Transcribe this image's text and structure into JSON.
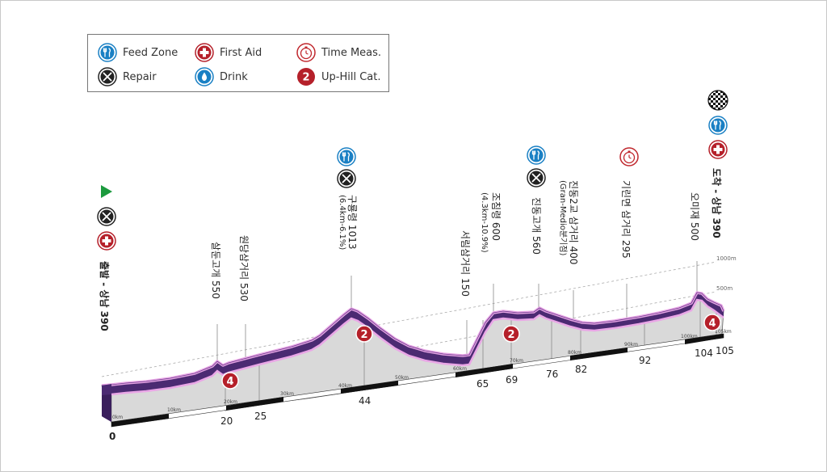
{
  "legend": {
    "feed_zone": "Feed Zone",
    "first_aid": "First Aid",
    "time_meas": "Time Meas.",
    "repair": "Repair",
    "drink": "Drink",
    "uphill_cat": "Up-Hill Cat.",
    "uphill_sample_num": "2"
  },
  "scale": {
    "m1000": "1000m",
    "m500": "500m"
  },
  "waypoints": [
    {
      "id": "start",
      "label": "출발 - 상남 390"
    },
    {
      "id": "w1",
      "label": "살둔고개 550"
    },
    {
      "id": "w2",
      "label": "원당삼거리 530"
    },
    {
      "id": "w3",
      "label": "구룡령 1013",
      "sub": "(6.4km-6.1%)"
    },
    {
      "id": "w4",
      "label": "서림삼거리 150"
    },
    {
      "id": "w5",
      "label": "조침령 600",
      "sub": "(4.3km-10.9%)"
    },
    {
      "id": "w6",
      "label": "진동고개 560"
    },
    {
      "id": "w7",
      "label": "진동2교 삼거리 400",
      "sub": "(Gran-Medio분기점)"
    },
    {
      "id": "w8",
      "label": "기린면 삼거리 295"
    },
    {
      "id": "w9",
      "label": "오미재 500"
    },
    {
      "id": "finish",
      "label": "도착 - 상남 390"
    }
  ],
  "km_ticks": [
    "0km",
    "10km",
    "20km",
    "30km",
    "40km",
    "50km",
    "60km",
    "70km",
    "80km",
    "90km",
    "100km",
    "105km"
  ],
  "km_markers": [
    "0",
    "20",
    "25",
    "44",
    "65",
    "69",
    "76",
    "82",
    "92",
    "104",
    "105"
  ],
  "climbs": [
    "4",
    "2",
    "2",
    "4"
  ],
  "colors": {
    "profile_purple": "#4b2a72",
    "profile_pink": "#e9a6e6",
    "cat_red": "#b5202a",
    "feed_blue": "#1a80c4",
    "start_green": "#1c9a3e"
  }
}
